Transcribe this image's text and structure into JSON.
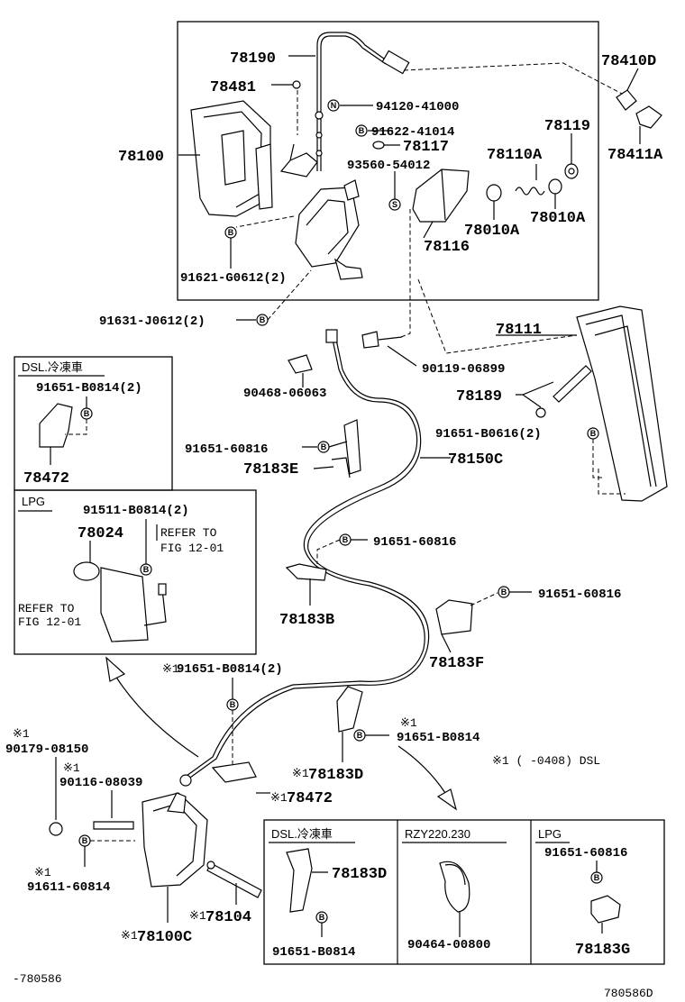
{
  "labels": {
    "p78190": "78190",
    "p78481": "78481",
    "p94120": "94120-41000",
    "p91622": "91622-41014",
    "p78117": "78117",
    "p93560": "93560-54012",
    "p78100": "78100",
    "p78410D": "78410D",
    "p78411A": "78411A",
    "p78119": "78119",
    "p78110A": "78110A",
    "p78010A_1": "78010A",
    "p78010A_2": "78010A",
    "p78116": "78116",
    "p91621": "91621-G0612(2)",
    "p91631": "91631-J0612(2)",
    "p78111": "78111",
    "p90119": "90119-06899",
    "p90468": "90468-06063",
    "p78189": "78189",
    "p91651_B0616": "91651-B0616(2)",
    "p91651_60816_a": "91651-60816",
    "p78183E": "78183E",
    "p78150C": "78150C",
    "p91651_60816_b": "91651-60816",
    "p78183B": "78183B",
    "p91651_60816_c": "91651-60816",
    "p78183F": "78183F",
    "p91651_B0814_2": "91651-B0814(2)",
    "p91651_B0814_star": "91651-B0814",
    "p78183D_star": "78183D",
    "p90179": "90179-08150",
    "p90116": "90116-08039",
    "p78472_star": "78472",
    "p91611": "91611-60814",
    "p78104": "78104",
    "p78100C": "78100C",
    "dsl_box_91651": "91651-B0814(2)",
    "dsl_box_78472": "78472",
    "lpg_91511": "91511-B0814(2)",
    "lpg_78024": "78024",
    "lpg_refer1": "REFER TO",
    "lpg_fig1": "FIG 12-01",
    "lpg_refer2": "REFER TO",
    "lpg_fig2": "FIG 12-01",
    "bot_78183D": "78183D",
    "bot_91651_B0814": "91651-B0814",
    "bot_90464": "90464-00800",
    "bot_91651_60816": "91651-60816",
    "bot_78183G": "78183G"
  },
  "boxes": {
    "dsl_title": "DSL.冷凍車",
    "lpg_title": "LPG",
    "bot_dsl_title": "DSL.冷凍車",
    "bot_rzy_title": "RZY220.230",
    "bot_lpg_title": "LPG"
  },
  "notes": {
    "star": "※1",
    "footnote": "※1  (   -0408) DSL",
    "bottom_left": "-780586",
    "bottom_right": "780586D",
    "bolt_marker": "B",
    "n_marker": "N",
    "s_marker": "S"
  }
}
